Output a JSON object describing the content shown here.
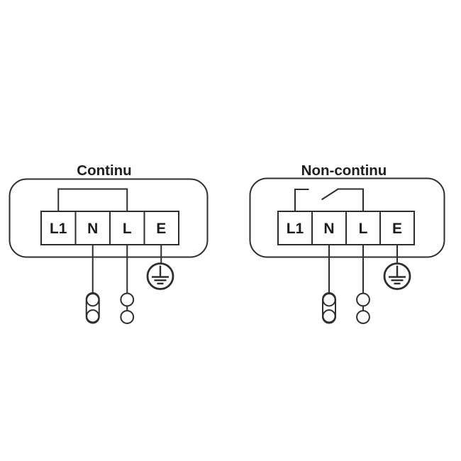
{
  "figure": {
    "background": "#ffffff",
    "line_color": "#2e2e2e",
    "text_color": "#1d1d1d"
  },
  "diagrams": [
    {
      "title": "Continu",
      "terminals": [
        {
          "label": "L1"
        },
        {
          "label": "N"
        },
        {
          "label": "L"
        },
        {
          "label": "E"
        }
      ],
      "top_link": "closed-jumper-L1-to-L",
      "bottom_symbols": [
        "capsule-twin-pin-connector",
        "twin-circle-connector",
        "protective-earth-icon"
      ]
    },
    {
      "title": "Non-continu",
      "terminals": [
        {
          "label": "L1"
        },
        {
          "label": "N"
        },
        {
          "label": "L"
        },
        {
          "label": "E"
        }
      ],
      "top_link": "open-switch-L1-to-L",
      "bottom_symbols": [
        "capsule-twin-pin-connector",
        "twin-circle-connector",
        "protective-earth-icon"
      ]
    }
  ]
}
